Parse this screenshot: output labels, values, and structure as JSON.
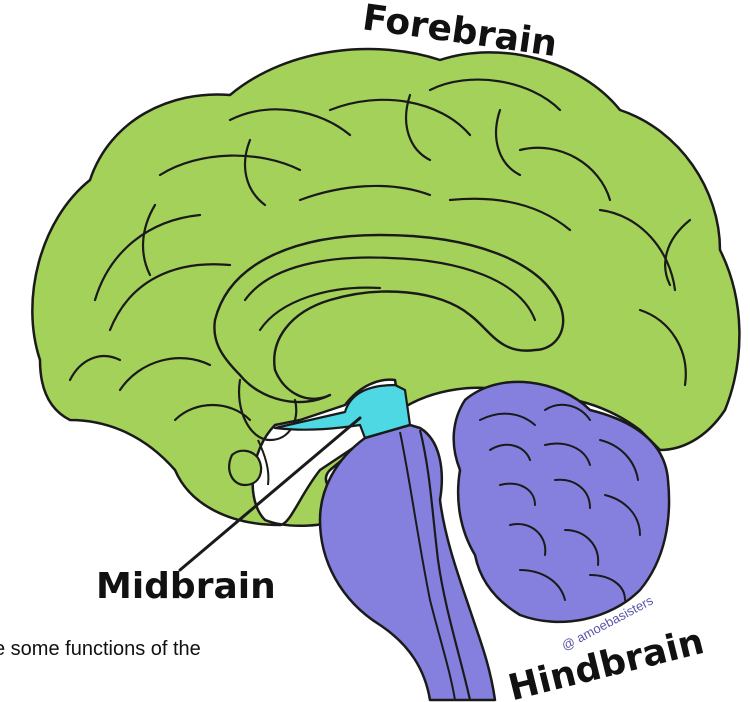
{
  "labels": {
    "forebrain": "Forebrain",
    "midbrain": "Midbrain",
    "hindbrain": "Hindbrain"
  },
  "watermark": "@ amoebasisters",
  "caption": "e some functions of the",
  "colors": {
    "forebrain": "#a3d15a",
    "midbrain": "#4dd8e4",
    "hindbrain": "#8580de",
    "outline": "#1a1a1a"
  }
}
